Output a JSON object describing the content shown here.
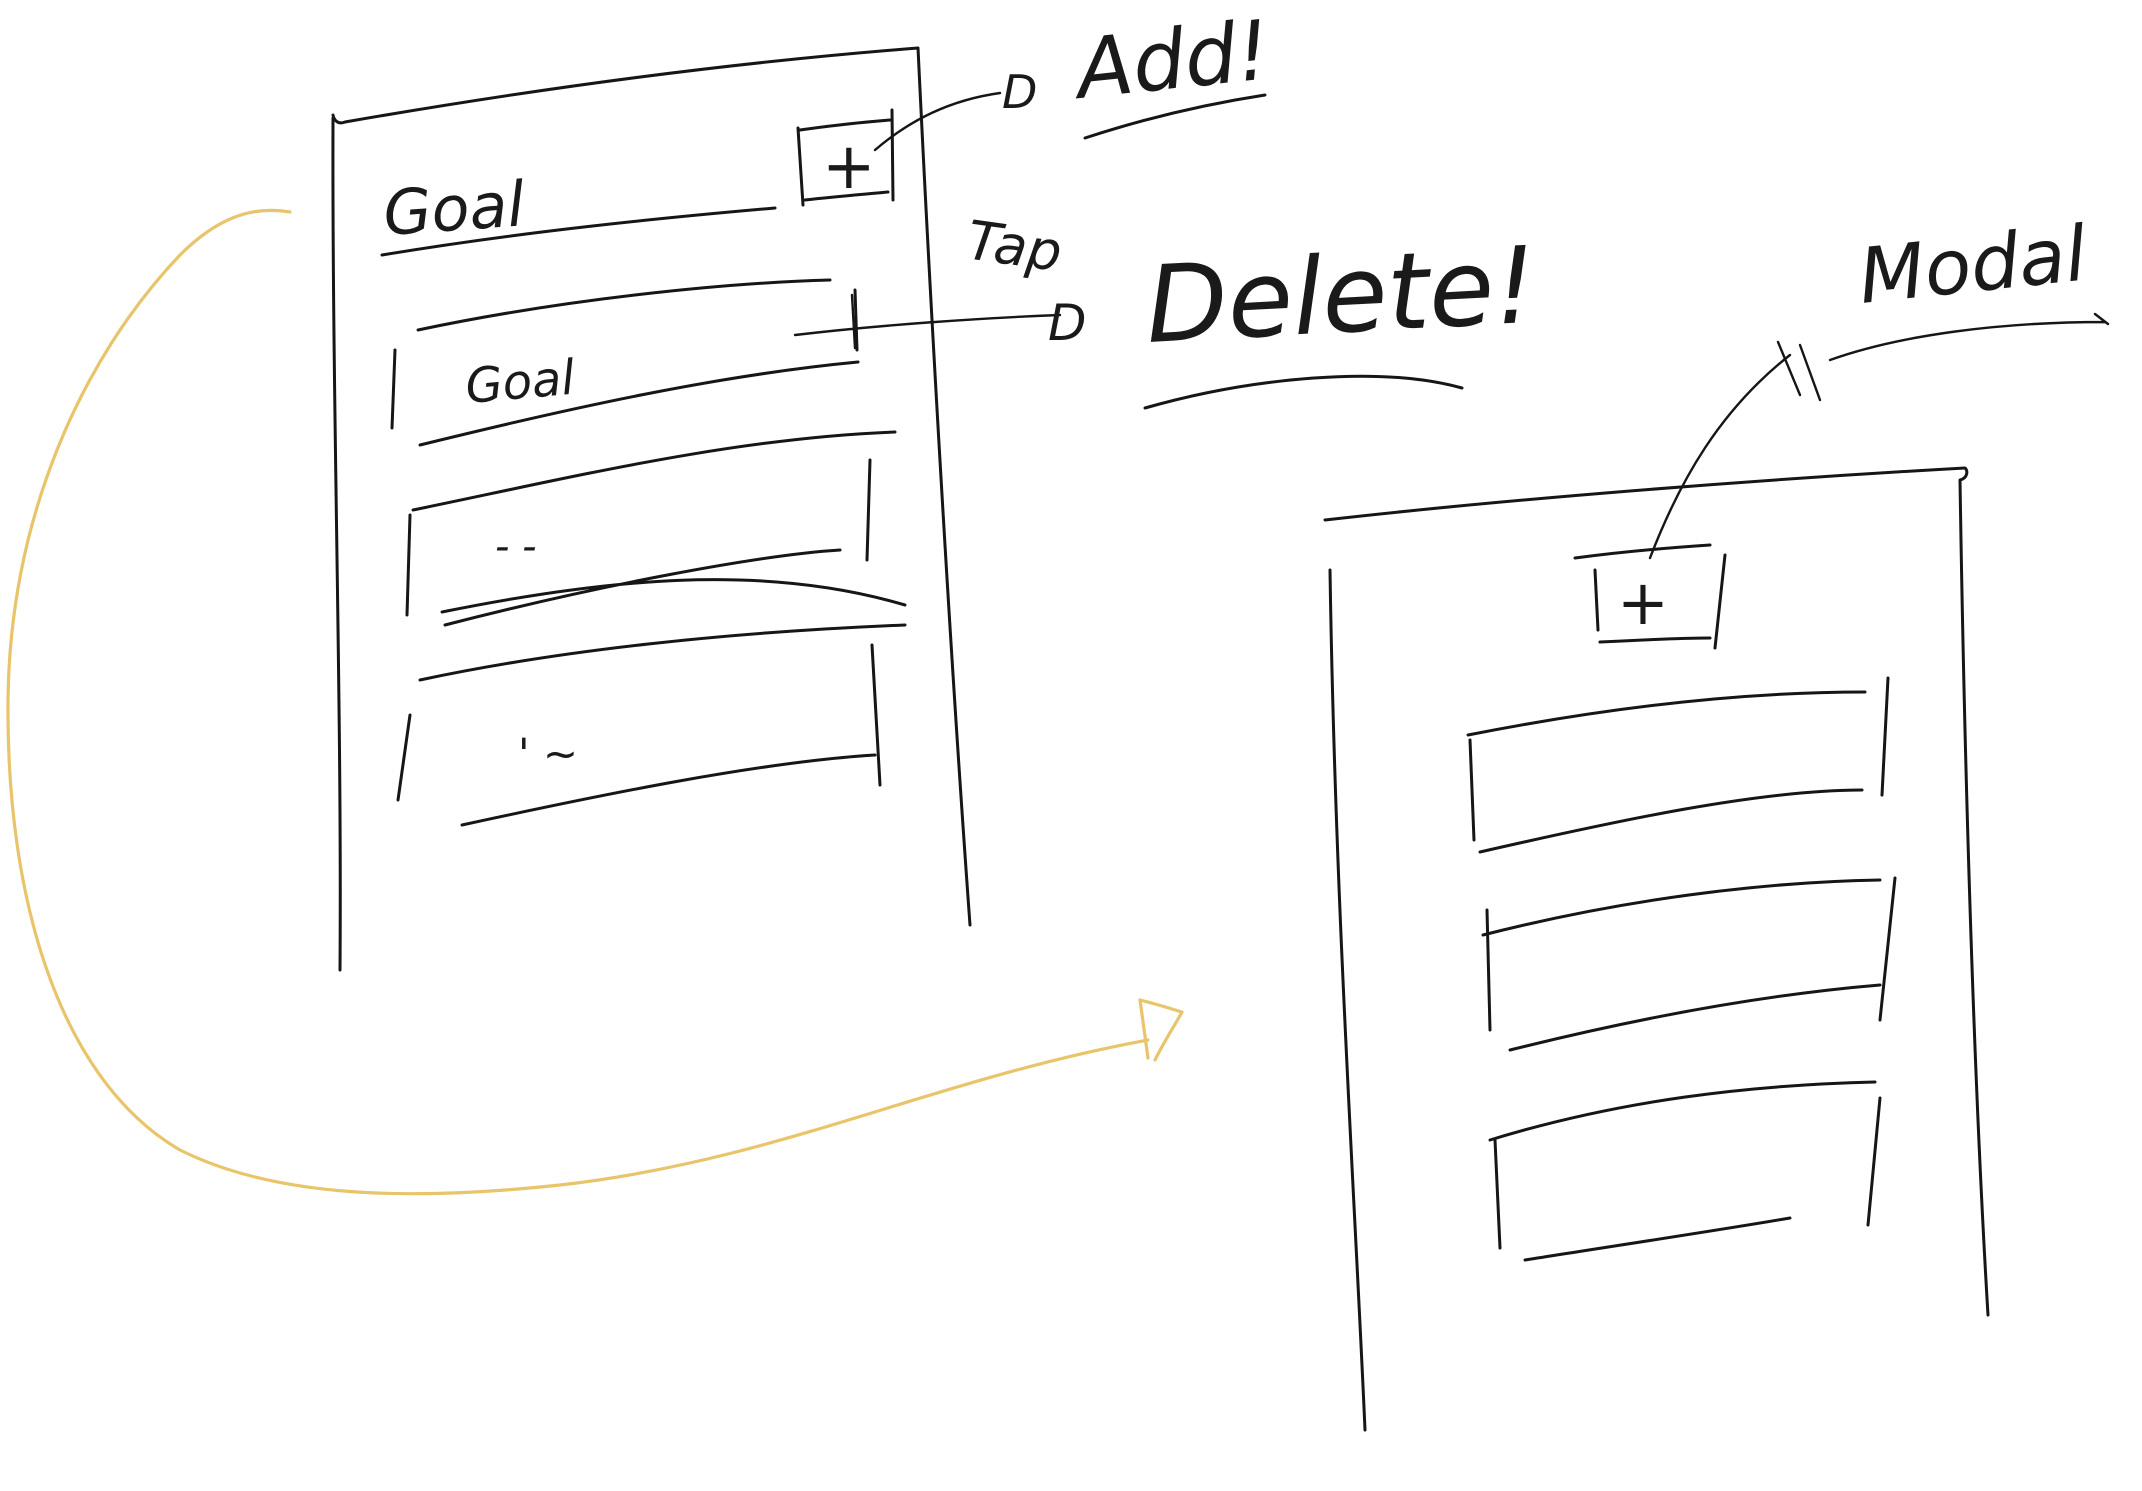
{
  "sketch": {
    "add_label": "Add!",
    "tap_label": "Tap",
    "delete_label": "Delete!",
    "modal_label": "Modal",
    "header_goal_label": "Goal",
    "item_goal_label": "Goal",
    "item_placeholder_1": "- -",
    "item_placeholder_2": "' ~",
    "add_button_symbol": "+"
  },
  "colors": {
    "ink": "#161616",
    "arrow_accent": "#e8c46a",
    "background": "#ffffff"
  }
}
